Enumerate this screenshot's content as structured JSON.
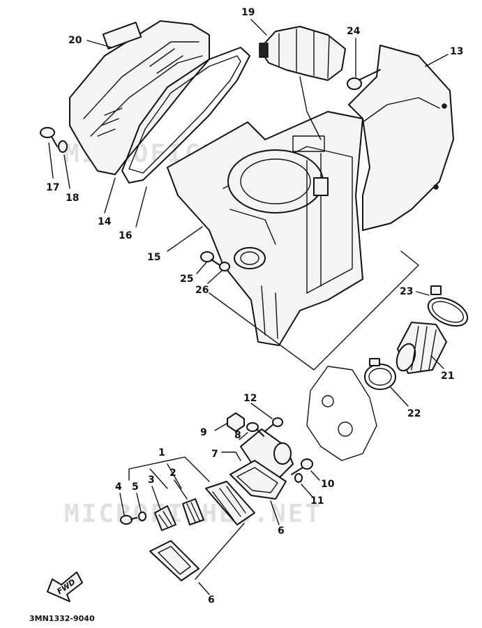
{
  "watermark": "MICROFICHES.NET",
  "fwd": "FWD",
  "diagram_code": "3MN1332-9040",
  "labels": [
    "20",
    "17",
    "18",
    "14",
    "16",
    "15",
    "19",
    "24",
    "13",
    "25",
    "26",
    "23",
    "21",
    "22",
    "12",
    "9",
    "8",
    "7",
    "10",
    "11",
    "1",
    "4",
    "5",
    "3",
    "2",
    "6",
    "6"
  ]
}
